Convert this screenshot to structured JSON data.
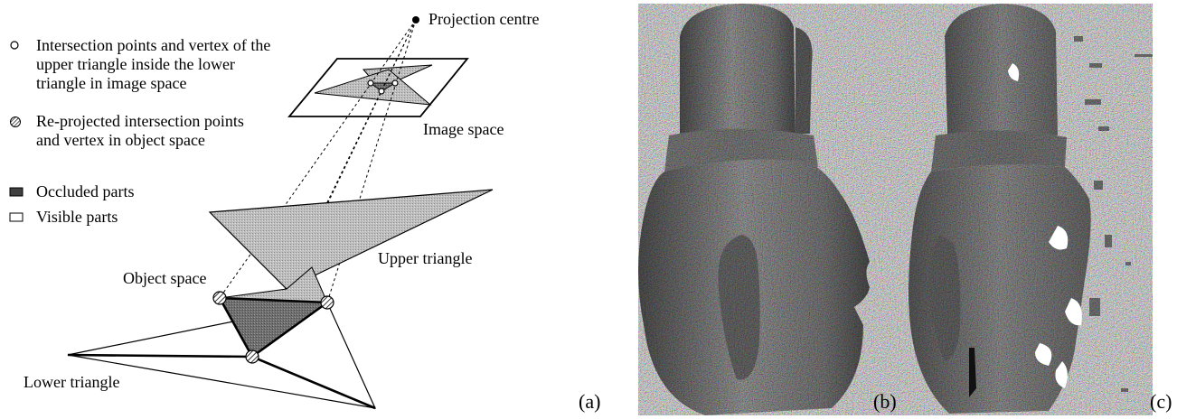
{
  "legend": {
    "items": [
      {
        "symbol": "open-circle",
        "text": "Intersection points and vertex of the upper triangle inside the lower triangle in image space"
      },
      {
        "symbol": "hatched-circle",
        "text": "Re-projected intersection points and vertex in object space"
      },
      {
        "symbol": "filled-rect",
        "text": "Occluded parts"
      },
      {
        "symbol": "open-rect",
        "text": "Visible parts"
      }
    ]
  },
  "labels": {
    "projection_centre": "Projection centre",
    "image_space": "Image space",
    "object_space": "Object space",
    "upper_triangle": "Upper triangle",
    "lower_triangle": "Lower triangle"
  },
  "panels": {
    "a": "(a)",
    "b": "(b)",
    "c": "(c)"
  },
  "colors": {
    "upper_fill": "#b8b8b8",
    "occluded_fill": "#707070",
    "stone_base": "#8a8a8a"
  }
}
